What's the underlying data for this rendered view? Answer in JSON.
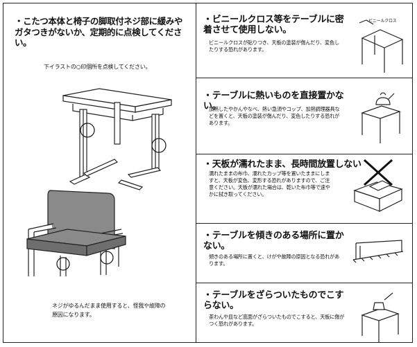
{
  "left": {
    "title": "・こたつ本体と椅子の脚取付ネジ部に緩みやガタつきがないか、定期的に点検してください。",
    "subtitle": "下イラストの○印個所を点検してください。",
    "note": "ネジがゆるんだまま使用すると、怪我や故障の原因になります。"
  },
  "sections": [
    {
      "title": "・ビニールクロス等をテーブルに密着させて使用しない。",
      "body": "ビニールクロスが貼りつき、天板の塗装が傷んだり、変色したりする恐れがあります。",
      "icon_label": "ビニールクロス"
    },
    {
      "title": "・テーブルに熱いものを直接置かない。",
      "body": "加熱したやかんやなべ、熱い急須やコップ、加熱調理器具などを置くと、天板の塗装が傷んだり、変色したりする恐れがあります。"
    },
    {
      "title": "・天板が濡れたまま、長時間放置しない",
      "body": "濡れたままの布巾、濡れたカップ等を置いたままにしますと、天板が変色、変形する恐れがありますので、ご注意ください。天板が濡れた場合は、乾いた布巾等で速やかに拭き取ってください。"
    },
    {
      "title": "・テーブルを傾きのある場所に置かない。",
      "body": "傾きのある場所に置くと、けがや故障の原因となる恐れがあります。"
    },
    {
      "title": "・テーブルをざらついたものでこすらない。",
      "body": "茶わんや皿など底面がざらついたものでこすると、天板に傷がつく恐れがあります。"
    }
  ]
}
